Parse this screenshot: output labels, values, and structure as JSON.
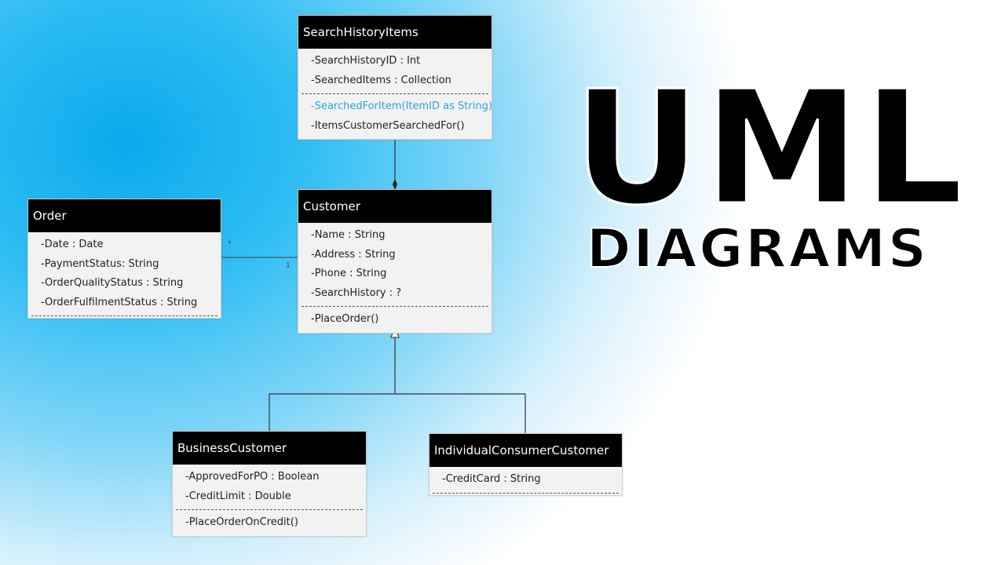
{
  "title": {
    "line1": "UML",
    "line2": "DIAGRAMS"
  },
  "classes": {
    "search_history_items": {
      "name": "SearchHistoryItems",
      "attributes": [
        "-SearchHistoryID : Int",
        "-SearchedItems : Collection"
      ],
      "operations": [
        "-SearchedForItem(ItemID as String)",
        "-ItemsCustomerSearchedFor()"
      ]
    },
    "customer": {
      "name": "Customer",
      "attributes": [
        "-Name : String",
        "-Address : String",
        "-Phone : String",
        "-SearchHistory : ?"
      ],
      "operations": [
        "-PlaceOrder()"
      ]
    },
    "order": {
      "name": "Order",
      "attributes": [
        "-Date : Date",
        "-PaymentStatus: String",
        "-OrderQualityStatus : String",
        "-OrderFulfilmentStatus : String"
      ]
    },
    "business_customer": {
      "name": "BusinessCustomer",
      "attributes": [
        "-ApprovedForPO : Boolean",
        "-CreditLimit : Double"
      ],
      "operations": [
        "-PlaceOrderOnCredit()"
      ]
    },
    "individual_consumer_customer": {
      "name": "IndividualConsumerCustomer",
      "attributes": [
        "-CreditCard : String"
      ]
    }
  },
  "association": {
    "order_end": "*",
    "customer_end": "1"
  },
  "colors": {
    "header_bg": "#000000",
    "body_bg": "#f2f2f2",
    "highlight_text": "#2aa3e0",
    "background_accent": "#0aa9ec"
  }
}
